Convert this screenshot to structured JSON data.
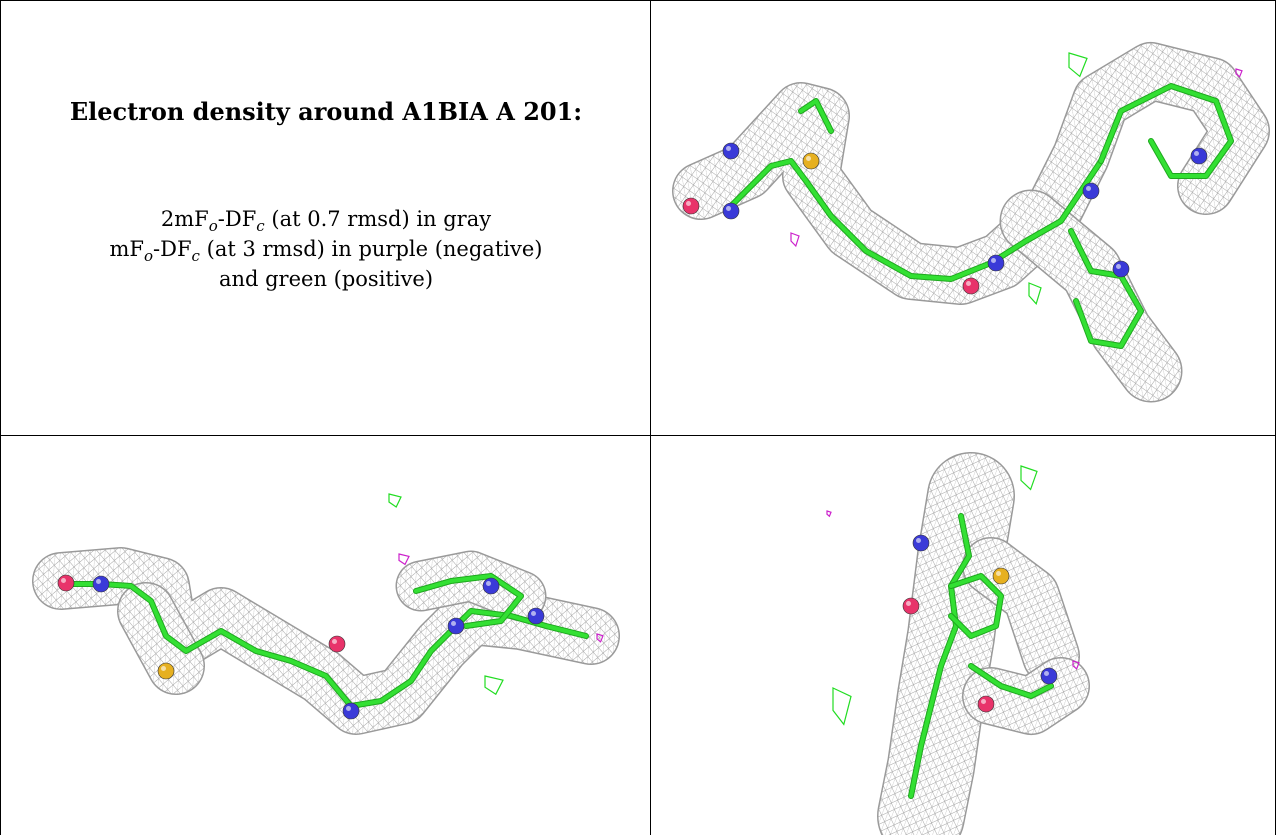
{
  "title": "Electron density around A1BIA A 201:",
  "legend": {
    "line1": {
      "prefix": "2mF",
      "sub1": "o",
      "mid": "-DF",
      "sub2": "c",
      "suffix": " (at 0.7 rmsd) in gray"
    },
    "line2": {
      "prefix": "mF",
      "sub1": "o",
      "mid": "-DF",
      "sub2": "c",
      "suffix": " (at 3 rmsd) in purple (negative)"
    },
    "line3": "and green (positive)"
  },
  "colors": {
    "mesh_gray": "#8c8c8c",
    "carbon_green": "#33e033",
    "nitrogen_blue": "#3a3ad8",
    "oxygen_red": "#e8336a",
    "sulfur_yellow": "#e6b020",
    "negative_purple": "#cc22cc",
    "positive_green": "#22dd22"
  },
  "panels": [
    {
      "name": "view-1",
      "icon": "electron-density-view-icon"
    },
    {
      "name": "view-2",
      "icon": "electron-density-view-icon"
    },
    {
      "name": "view-3",
      "icon": "electron-density-view-icon"
    }
  ]
}
